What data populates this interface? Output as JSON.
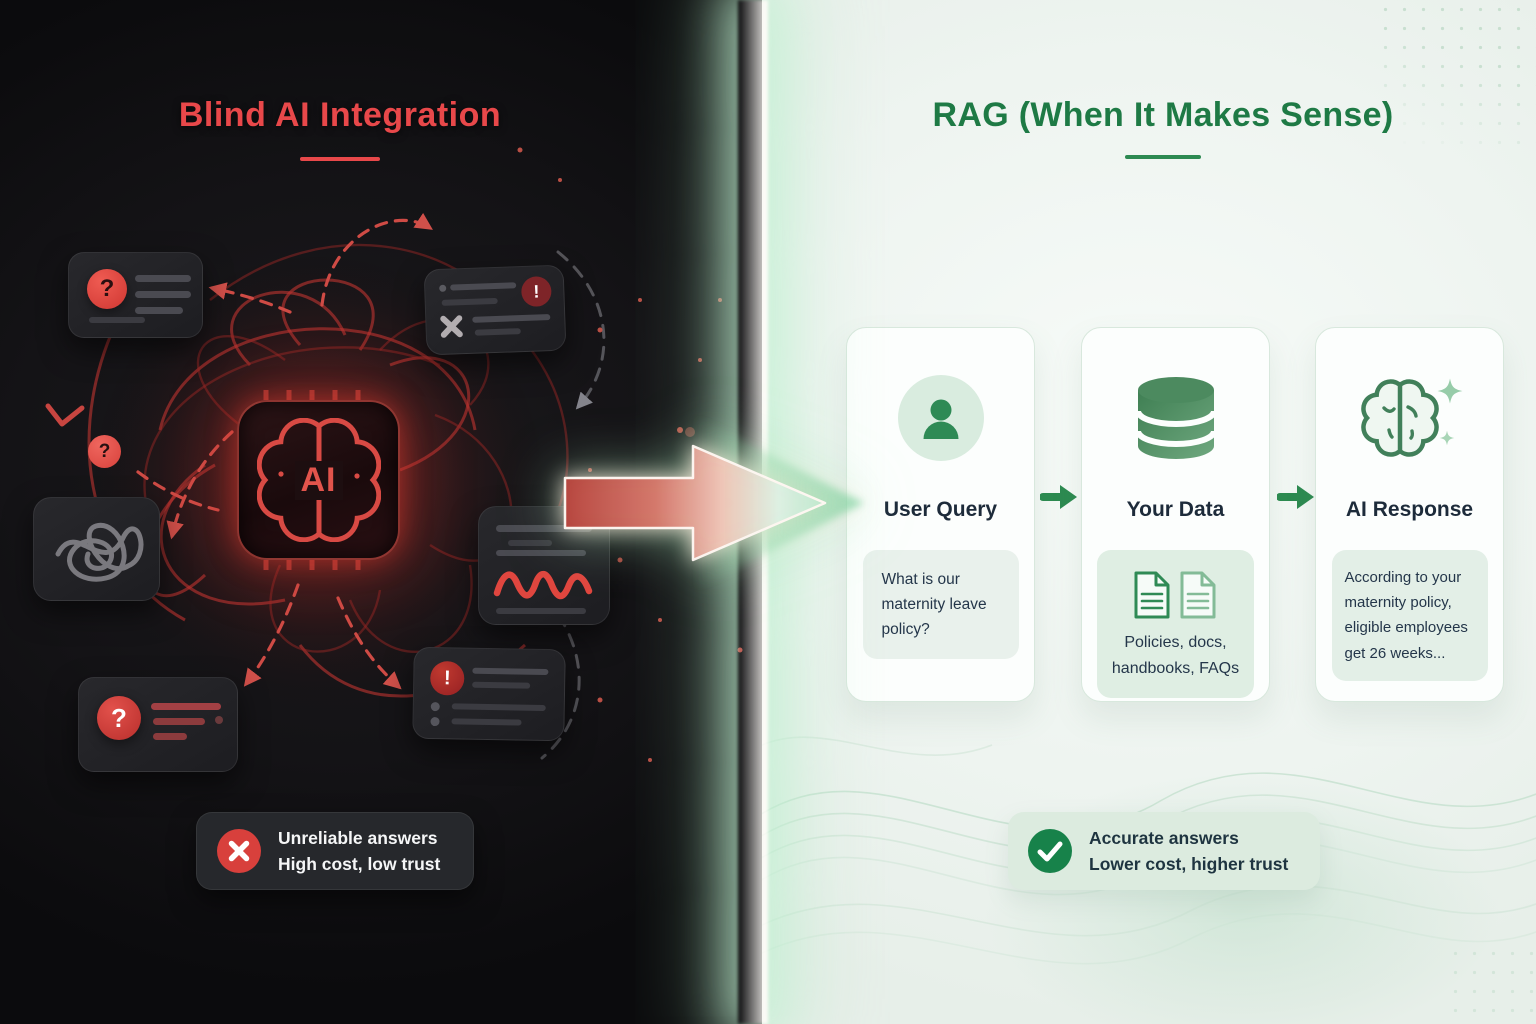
{
  "palette": {
    "accent_red": "#e8484a",
    "accent_green": "#1e7a45",
    "error_red": "#d8403c",
    "success_green": "#17824a"
  },
  "left": {
    "title": "Blind AI Integration",
    "chip_label": "AI",
    "glyphs": {
      "question": "?",
      "exclamation": "!"
    },
    "badge": {
      "line1": "Unreliable answers",
      "line2": "High cost, low trust"
    }
  },
  "right": {
    "title": "RAG (When It Makes Sense)",
    "steps": [
      {
        "label": "User Query",
        "icon": "user-icon",
        "detail": "What is our maternity leave policy?"
      },
      {
        "label": "Your Data",
        "icon": "database-icon",
        "detail": "Policies, docs, handbooks, FAQs"
      },
      {
        "label": "AI Response",
        "icon": "brain-sparkle-icon",
        "detail": "According to your maternity policy, eligible employees get 26 weeks..."
      }
    ],
    "badge": {
      "line1": "Accurate answers",
      "line2": "Lower cost, higher trust"
    }
  }
}
